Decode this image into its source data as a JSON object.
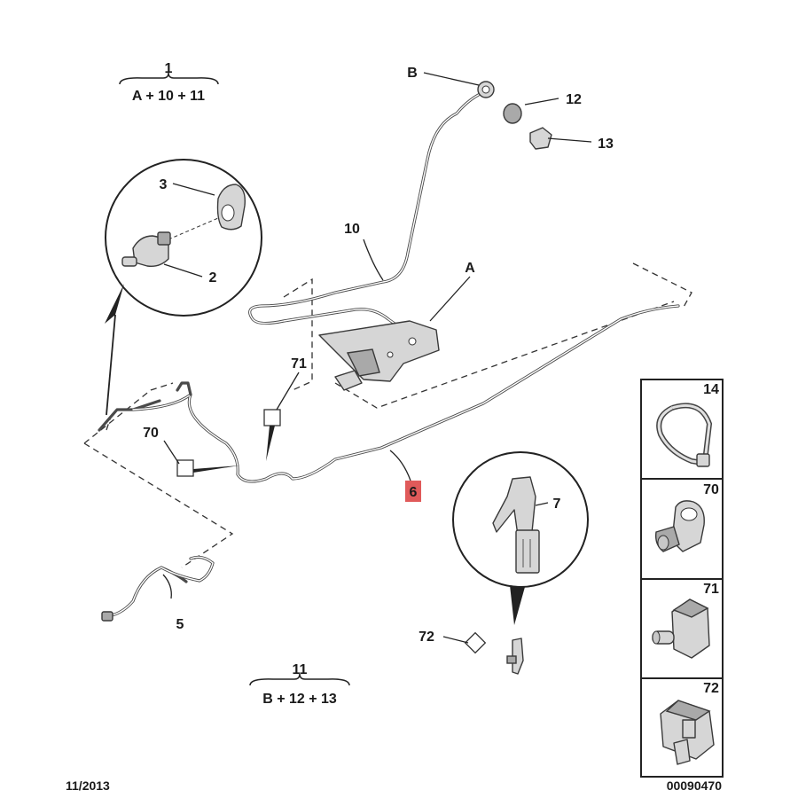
{
  "groups": {
    "g1": {
      "number": "1",
      "formula": "A + 10 + 11"
    },
    "g11": {
      "number": "11",
      "formula": "B + 12 + 13"
    }
  },
  "callouts": {
    "a": "A",
    "b": "B",
    "c2": "2",
    "c3": "3",
    "c5": "5",
    "c6": "6",
    "c7": "7",
    "c10": "10",
    "c12": "12",
    "c13": "13",
    "c70": "70",
    "c71": "71",
    "c72": "72"
  },
  "highlight_color": "#e05a5a",
  "side_panel": [
    {
      "label": "14",
      "icon": "cable-tie-icon"
    },
    {
      "label": "70",
      "icon": "clip-70-icon"
    },
    {
      "label": "71",
      "icon": "clip-71-icon"
    },
    {
      "label": "72",
      "icon": "clip-72-icon"
    }
  ],
  "footer": {
    "date": "11/2013",
    "reference": "00090470"
  }
}
